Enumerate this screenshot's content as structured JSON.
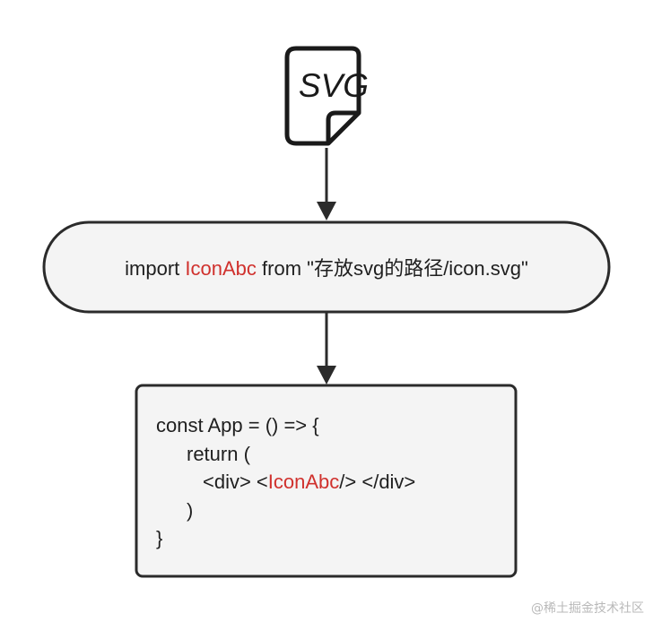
{
  "colors": {
    "accent": "#d0312d",
    "stroke": "#2b2b2b",
    "box_fill": "#f4f4f4"
  },
  "icon": {
    "name": "svg-file-icon",
    "label": "SVG"
  },
  "import_node": {
    "prefix": "import ",
    "component": "IconAbc",
    "suffix": " from \"存放svg的路径/icon.svg\""
  },
  "code_node": {
    "line1": "const App = () => {",
    "line2": "return (",
    "line3_before": "<div> <",
    "line3_component": "IconAbc",
    "line3_after": "/> </div>",
    "line4": ")",
    "line5": "}"
  },
  "watermark": "@稀土掘金技术社区"
}
